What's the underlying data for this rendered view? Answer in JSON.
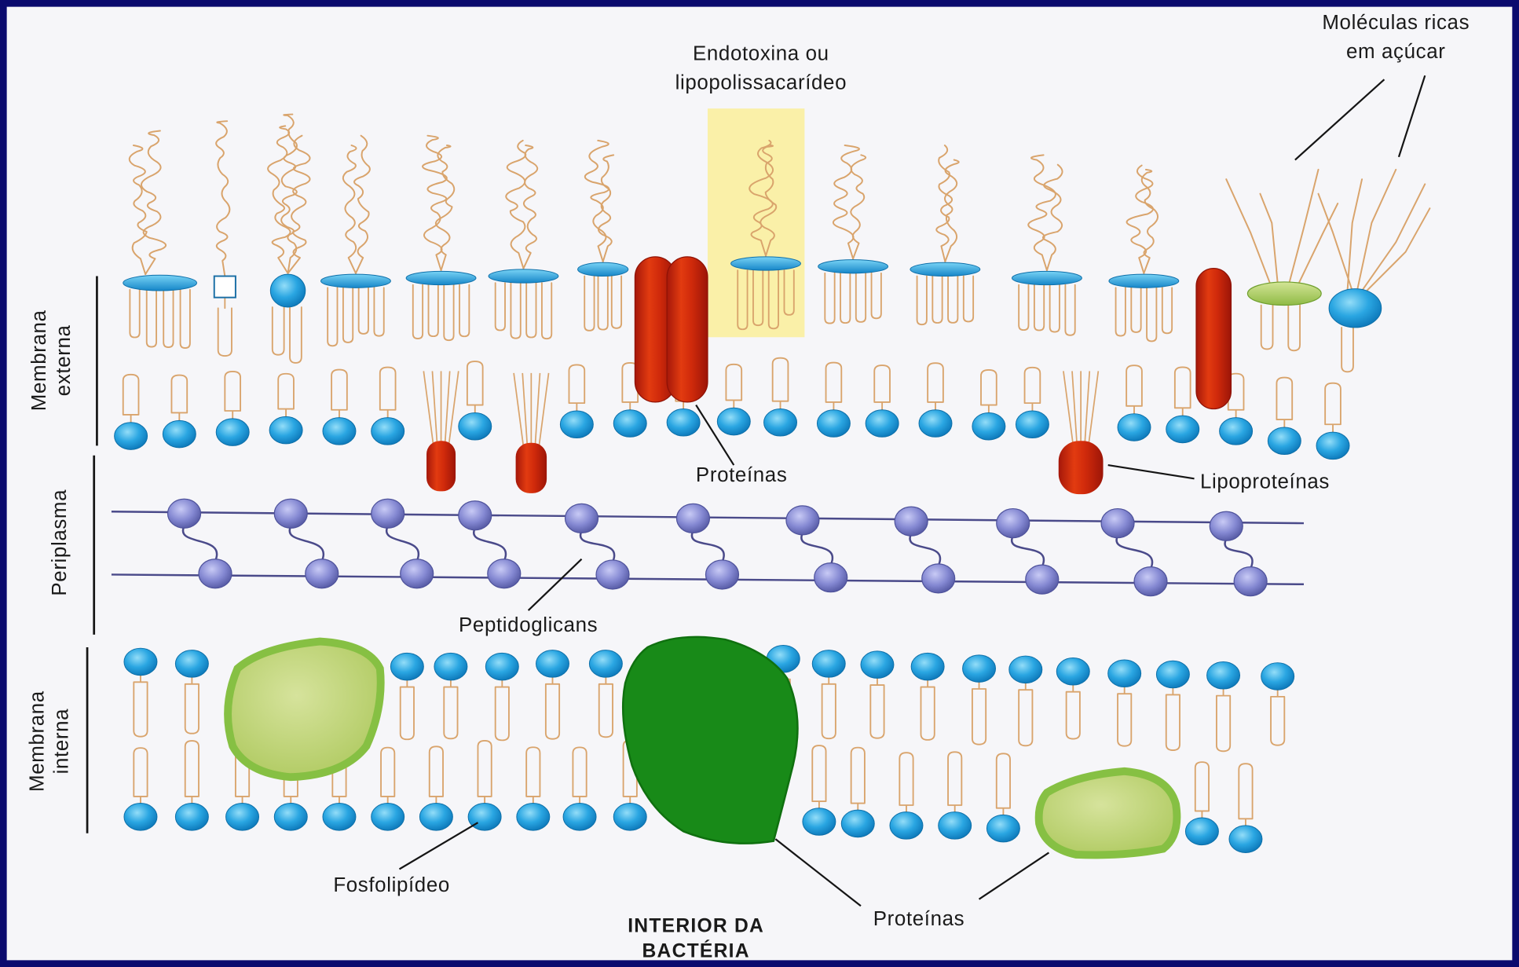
{
  "labels": {
    "endotoxin_line1": "Endotoxina ou",
    "endotoxin_line2": "lipopolissacarídeo",
    "sugar_line1": "Moléculas ricas",
    "sugar_line2": "em açúcar",
    "outer_membrane_line1": "Membrana",
    "outer_membrane_line2": "externa",
    "periplasm": "Periplasma",
    "inner_membrane_line1": "Membrana",
    "inner_membrane_line2": "interna",
    "proteins_outer": "Proteínas",
    "lipoproteins": "Lipoproteínas",
    "peptidoglycans": "Peptidoglicans",
    "phospholipid": "Fosfolipídeo",
    "interior_line1": "INTERIOR DA",
    "interior_line2": "BACTÉRIA",
    "proteins_inner": "Proteínas"
  },
  "colors": {
    "frame": "#0b0b6e",
    "background": "#f6f6f9",
    "lipid_head": "#1f9ee0",
    "lipid_tail": "#d9a46c",
    "sugar_chain": "#d9a46c",
    "protein_red": "#d8290c",
    "peptidoglycan": "#8488d2",
    "peptidoglycan_strand": "#4a4a8a",
    "protein_light_green": "#b9d26c",
    "protein_dark_green": "#188a18",
    "lps_highlight": "#fbef9e",
    "label_text": "#1a1a1a"
  }
}
